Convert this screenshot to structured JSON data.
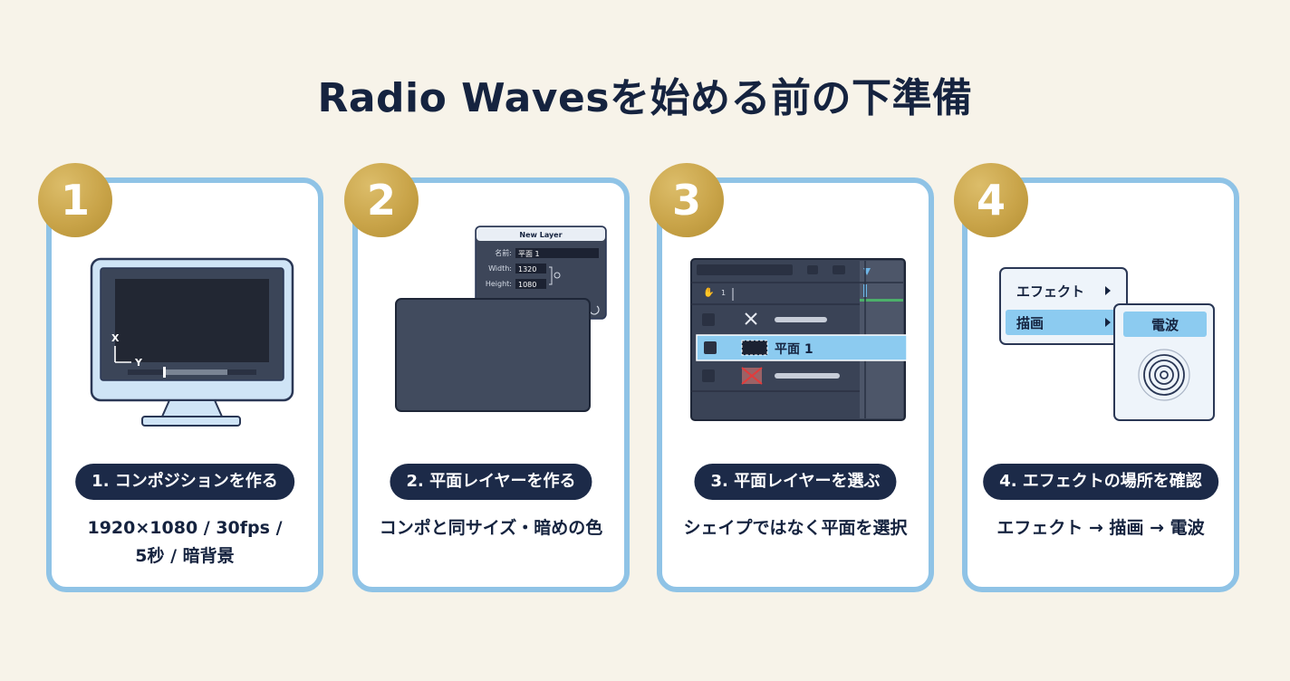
{
  "title": "Radio Wavesを始める前の下準備",
  "steps": [
    {
      "number": "1",
      "label": "1. コンポジションを作る",
      "desc_line1": "1920×1080 / 30fps /",
      "desc_line2": "5秒 / 暗背景",
      "axis_x": "X",
      "axis_y": "Y"
    },
    {
      "number": "2",
      "label": "2. 平面レイヤーを作る",
      "desc_line1": "コンポと同サイズ・暗めの色",
      "dialog": {
        "title": "New Layer",
        "name_label": "名前:",
        "name_value": "平面 1",
        "width_label": "Width:",
        "width_value": "1320",
        "height_label": "Height:",
        "height_value": "1080"
      }
    },
    {
      "number": "3",
      "label": "3. 平面レイヤーを選ぶ",
      "desc_line1": "シェイプではなく平面を選択",
      "layer_index": "1",
      "selected_layer": "平面 1"
    },
    {
      "number": "4",
      "label": "4. エフェクトの場所を確認",
      "desc_line1": "エフェクト → 描画 → 電波",
      "menu": {
        "item1": "エフェクト",
        "item2": "描画",
        "effect": "電波"
      }
    }
  ],
  "colors": {
    "background": "#f7f3e9",
    "card_border": "#8fc3e6",
    "pill": "#1c2a48",
    "badge_gold": "#c9a449",
    "highlight_blue": "#8ccbf0"
  }
}
